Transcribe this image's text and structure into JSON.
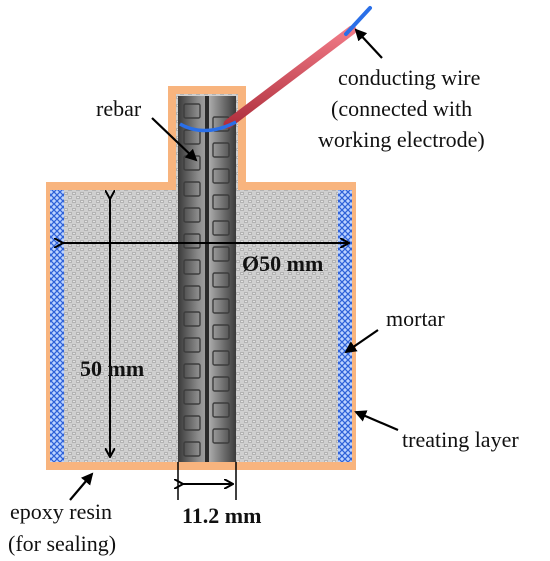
{
  "labels": {
    "conducting_wire_line1": "conducting wire",
    "conducting_wire_line2": "(connected with",
    "conducting_wire_line3": "working electrode)",
    "rebar": "rebar",
    "diameter": "Ø50 mm",
    "mortar": "mortar",
    "height": "50 mm",
    "treating_layer": "treating layer",
    "epoxy_line1": "epoxy resin",
    "epoxy_line2": "(for sealing)",
    "rebar_width": "11.2 mm"
  },
  "colors": {
    "epoxy": "#f8b47e",
    "mortar": "#c9c9c9",
    "treating_layer": "#3d6fe0",
    "rebar_dark": "#4a4a4a",
    "rebar_light": "#9a9a9a",
    "wire_red": "#d8505e",
    "wire_blue": "#2a6fe8"
  }
}
